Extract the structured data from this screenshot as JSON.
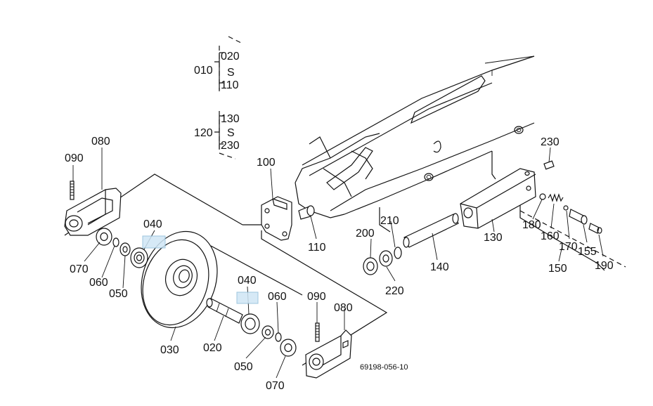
{
  "labels": {
    "p010": "010",
    "p020a": "020",
    "p110a": "110",
    "p120": "120",
    "p130a": "130",
    "p230a": "230",
    "p080a": "080",
    "p090a": "090",
    "p040a": "040",
    "p070a": "070",
    "p060a": "060",
    "p050a": "050",
    "p100": "100",
    "p110b": "110",
    "p030": "030",
    "p040b": "040",
    "p060b": "060",
    "p090b": "090",
    "p080b": "080",
    "p020b": "020",
    "p050b": "050",
    "p070b": "070",
    "p200": "200",
    "p210": "210",
    "p220": "220",
    "p140": "140",
    "p130b": "130",
    "p230b": "230",
    "p180": "180",
    "p160": "160",
    "p170": "170",
    "p155": "155",
    "p190": "190",
    "p150": "150",
    "tilde1": "S",
    "tilde2": "S",
    "code": "69198-056-10"
  },
  "colors": {
    "line": "#111111",
    "highlight": "#cfe6f5"
  }
}
